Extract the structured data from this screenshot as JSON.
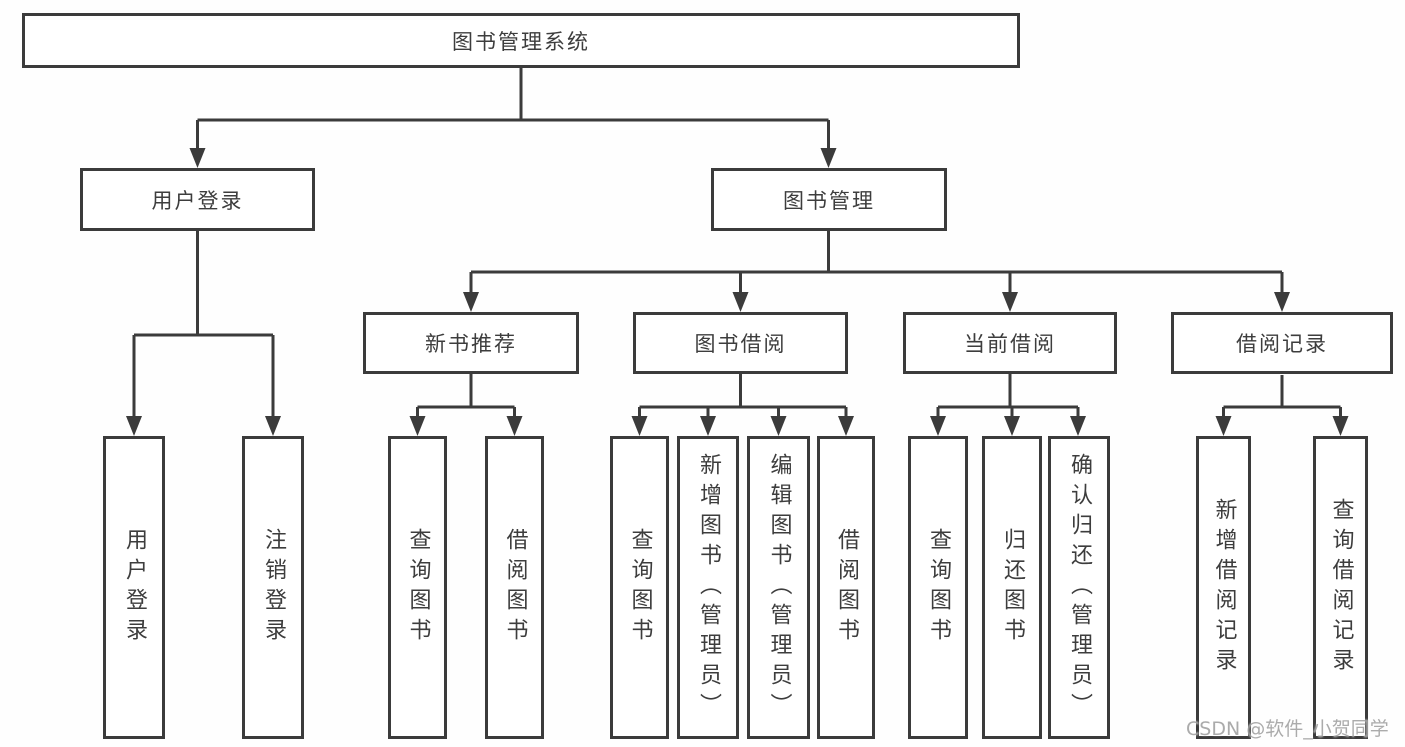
{
  "watermark": "CSDN @软件_小贺同学",
  "colors": {
    "line": "#3b3b3b",
    "text": "#3d3d3d",
    "background": "#ffffff",
    "watermark": "#969696"
  },
  "tree": {
    "root": {
      "label": "图书管理系统"
    },
    "branches": [
      {
        "label": "用户登录",
        "children": [
          {
            "label": "用户登录"
          },
          {
            "label": "注销登录"
          }
        ]
      },
      {
        "label": "图书管理",
        "children": [
          {
            "label": "新书推荐",
            "children": [
              {
                "label": "查询图书"
              },
              {
                "label": "借阅图书"
              }
            ]
          },
          {
            "label": "图书借阅",
            "children": [
              {
                "label": "查询图书"
              },
              {
                "label": "新增图书（管理员）"
              },
              {
                "label": "编辑图书（管理员）"
              },
              {
                "label": "借阅图书"
              }
            ]
          },
          {
            "label": "当前借阅",
            "children": [
              {
                "label": "查询图书"
              },
              {
                "label": "归还图书"
              },
              {
                "label": "确认归还（管理员）"
              }
            ]
          },
          {
            "label": "借阅记录",
            "children": [
              {
                "label": "新增借阅记录"
              },
              {
                "label": "查询借阅记录"
              }
            ]
          }
        ]
      }
    ]
  }
}
